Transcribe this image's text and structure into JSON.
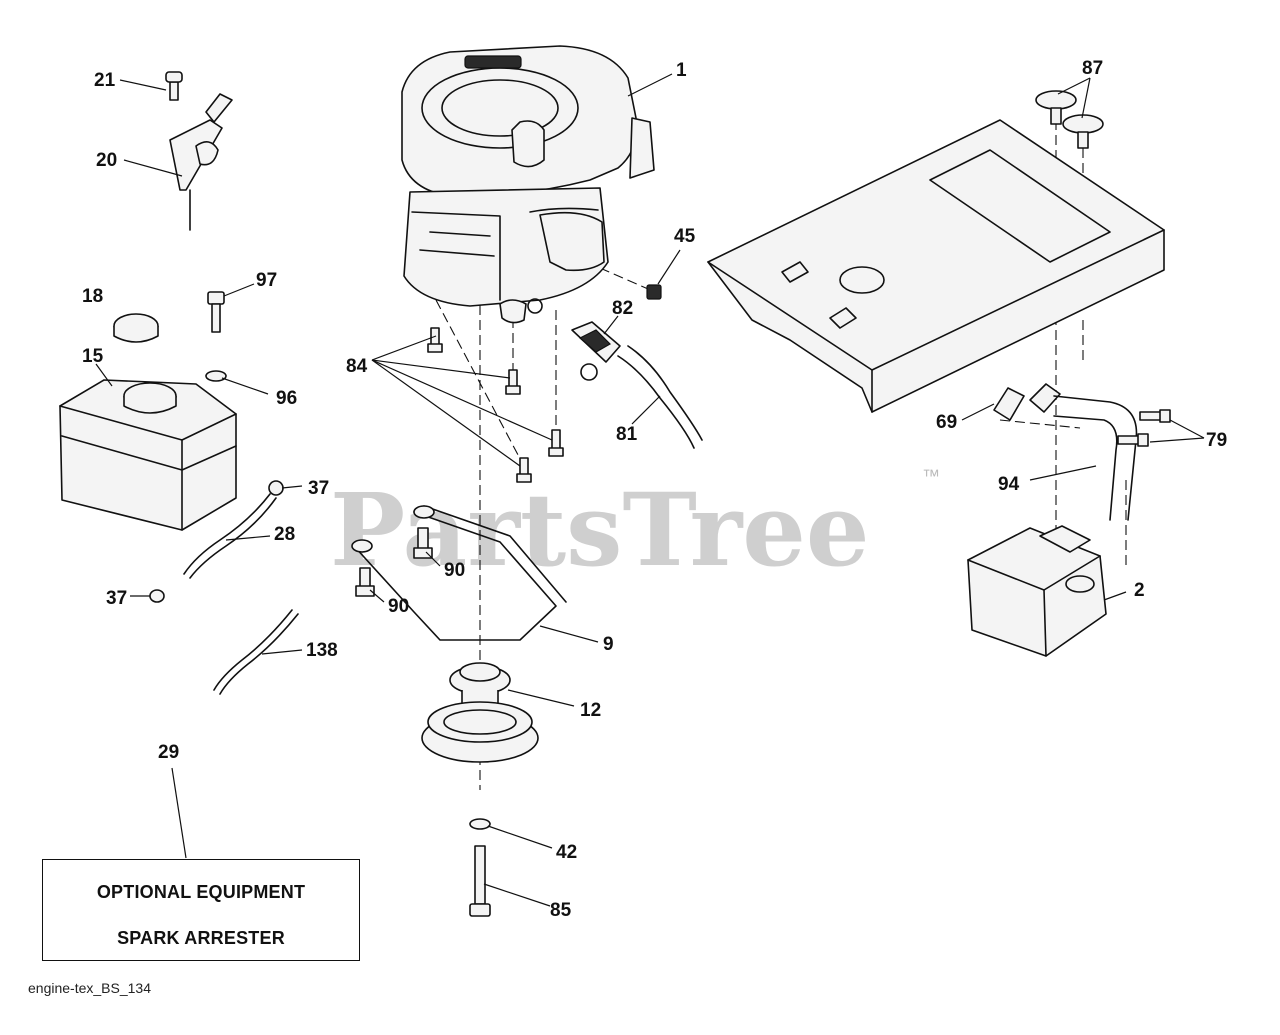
{
  "watermark": {
    "text": "PartsTree",
    "trademark": "™"
  },
  "callouts": {
    "c1": "1",
    "c2": "2",
    "c9": "9",
    "c12": "12",
    "c15": "15",
    "c18": "18",
    "c20": "20",
    "c21": "21",
    "c28": "28",
    "c29": "29",
    "c37a": "37",
    "c37b": "37",
    "c42": "42",
    "c45": "45",
    "c69": "69",
    "c79": "79",
    "c81": "81",
    "c82": "82",
    "c84": "84",
    "c85": "85",
    "c87": "87",
    "c90a": "90",
    "c90b": "90",
    "c94": "94",
    "c96": "96",
    "c97": "97",
    "c138": "138"
  },
  "optional_box": {
    "line1": "OPTIONAL EQUIPMENT",
    "line2": "SPARK ARRESTER"
  },
  "footer": {
    "label": "engine-tex_BS_134"
  }
}
